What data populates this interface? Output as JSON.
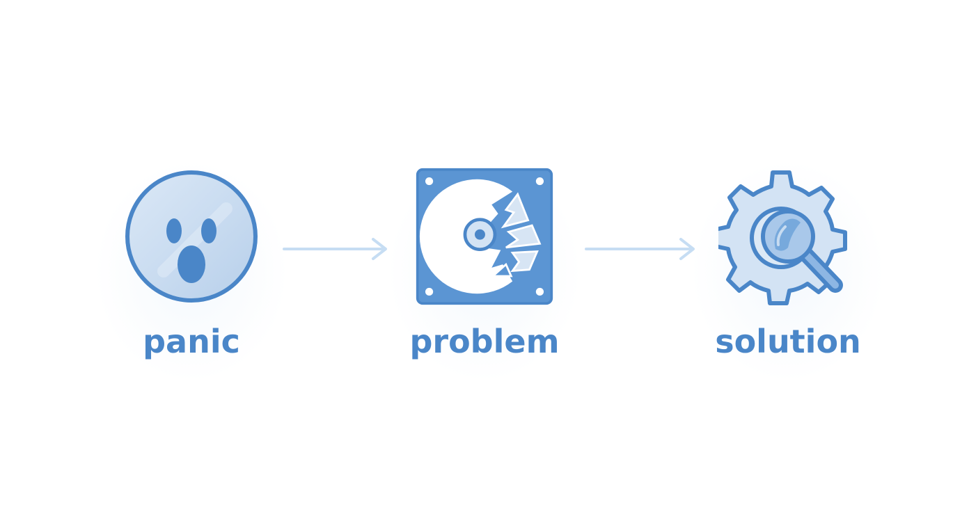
{
  "diagram": {
    "steps": [
      {
        "label": "panic",
        "icon": "shocked-face-icon"
      },
      {
        "label": "problem",
        "icon": "broken-hard-drive-icon"
      },
      {
        "label": "solution",
        "icon": "gear-magnifier-icon"
      }
    ],
    "colors": {
      "primary": "#4a86c8",
      "fill": "#c9dcf1",
      "fill_light": "#e2edf8",
      "arrow": "#c6ddf3"
    }
  }
}
